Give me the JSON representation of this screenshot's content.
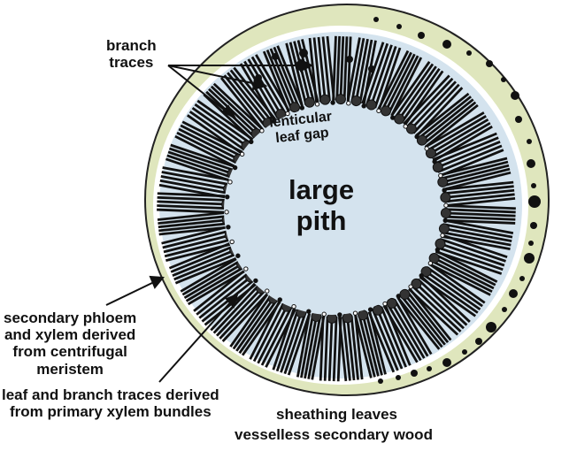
{
  "colors": {
    "ring": "#dfe6bd",
    "ring_outline": "#222222",
    "gap": "#ffffff",
    "cortex": "#d4e3ee",
    "pith": "#d4e3ee",
    "bundle": "#111111",
    "text": "#111111"
  },
  "labels": {
    "branch_traces": [
      "branch",
      "traces"
    ],
    "lenticular_leaf_gap": [
      "lenticular",
      "leaf gap"
    ],
    "large_pith": [
      "large",
      "pith"
    ],
    "secondary_phloem": [
      "secondary phloem",
      "and xylem derived",
      "from centrifugal",
      "meristem"
    ],
    "leaf_branch_traces": [
      "leaf and branch traces derived",
      "from primary xylem bundles"
    ],
    "sheathing_leaves": "sheathing leaves",
    "vesselless_wood": "vesselless secondary wood"
  },
  "structure": {
    "bundle_count": 44,
    "outer_ring_dot_pattern": "alternating large and small dots on right half of sheathing leaf ring"
  }
}
